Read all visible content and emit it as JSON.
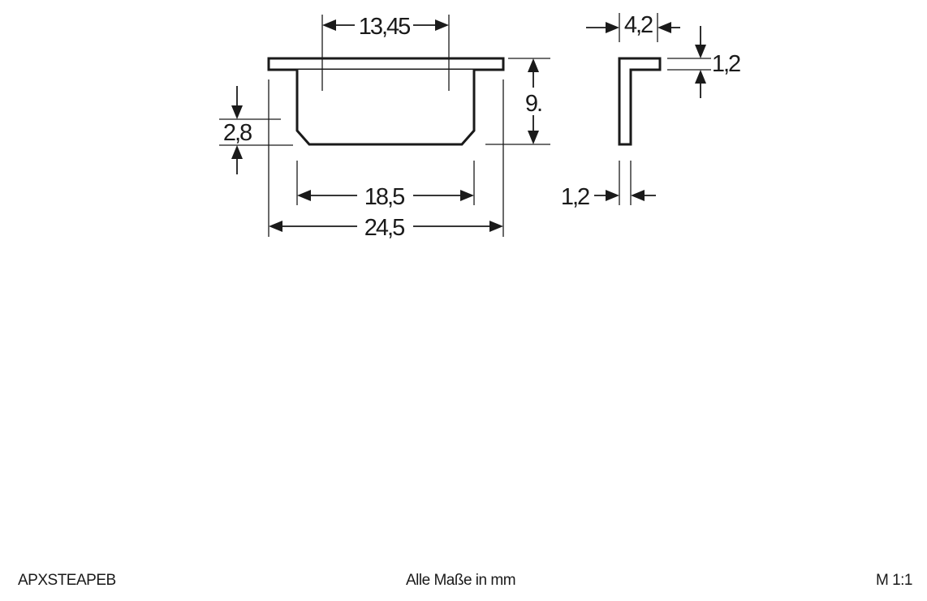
{
  "dimensions": {
    "inner_mount_width": "13,45",
    "bottom_width": "18,5",
    "overall_width": "24,5",
    "height": "9.",
    "chamfer_height": "2,8",
    "side_flange_width": "4,2",
    "side_flange_thickness": "1,2",
    "side_wall_thickness": "1,2"
  },
  "footer": {
    "part_number": "APXSTEAPEB",
    "units_note": "Alle Maße in mm",
    "scale": "M 1:1"
  },
  "colors": {
    "line": "#1a1a1a",
    "background": "#ffffff"
  }
}
